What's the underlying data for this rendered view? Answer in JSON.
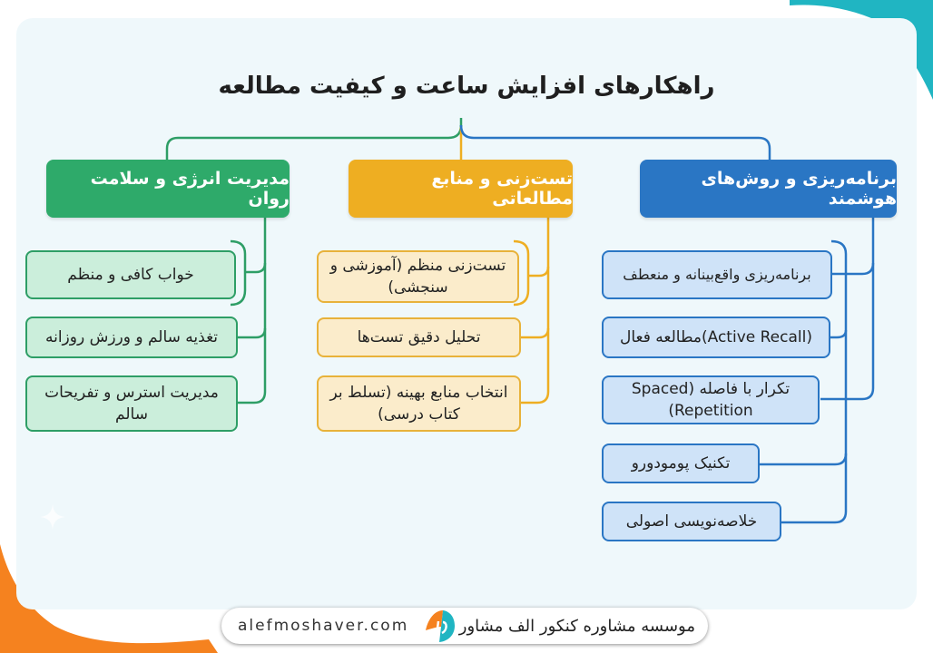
{
  "title": "راهکارهای افزایش ساعت و کیفیت مطالعه",
  "colors": {
    "green": "#2e9e66",
    "yellow": "#eeae22",
    "blue": "#2a76c4",
    "orange_accent": "#f5821f",
    "teal_accent": "#20b5c2"
  },
  "branches": [
    {
      "label": "مدیریت انرژی و سلامت روان",
      "color": "green",
      "items": [
        "خواب کافی و منظم",
        "تغذیه سالم و ورزش روزانه",
        "مدیریت استرس و تفریحات سالم"
      ]
    },
    {
      "label": "تست‌زنی و منابع مطالعاتی",
      "color": "yellow",
      "items": [
        "تست‌زنی منظم (آموزشی و سنجشی)",
        "تحلیل دقیق تست‌ها",
        "انتخاب منابع بهینه (تسلط بر کتاب درسی)"
      ]
    },
    {
      "label": "برنامه‌ریزی و روش‌های هوشمند",
      "color": "blue",
      "items": [
        "برنامه‌ریزی واقع‌بینانه و منعطف",
        "مطالعه فعال(Active Recall)",
        "تکرار با فاصله (Spaced Repetition)",
        "تکنیک پومودورو",
        "خلاصه‌نویسی اصولی"
      ]
    }
  ],
  "footer": {
    "url": "alefmoshaver.com",
    "brand": "موسسه مشاوره کنکور الف مشاور",
    "logo_icon": "alefmoshaver-logo-icon"
  }
}
